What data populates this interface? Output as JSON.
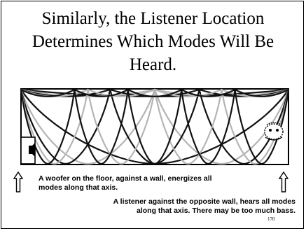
{
  "slide": {
    "title_lines": [
      "Similarly, the Listener Location",
      "Determines Which Modes Will Be",
      "Heard."
    ],
    "caption_woofer_line1": "A woofer on the floor, against a wall, energizes all",
    "caption_woofer_line2": "modes along that axis.",
    "caption_listener_line1": "A listener against the opposite wall, hears all modes",
    "caption_listener_line2": "along that axis.  There may be too much bass.",
    "slide_number": "170"
  },
  "icons": {
    "speaker": "speaker-icon",
    "listener": "listener-icon",
    "arrow": "up-arrow-icon"
  },
  "colors": {
    "mode_dark": "#111111",
    "mode_light": "#b4b4b4"
  }
}
